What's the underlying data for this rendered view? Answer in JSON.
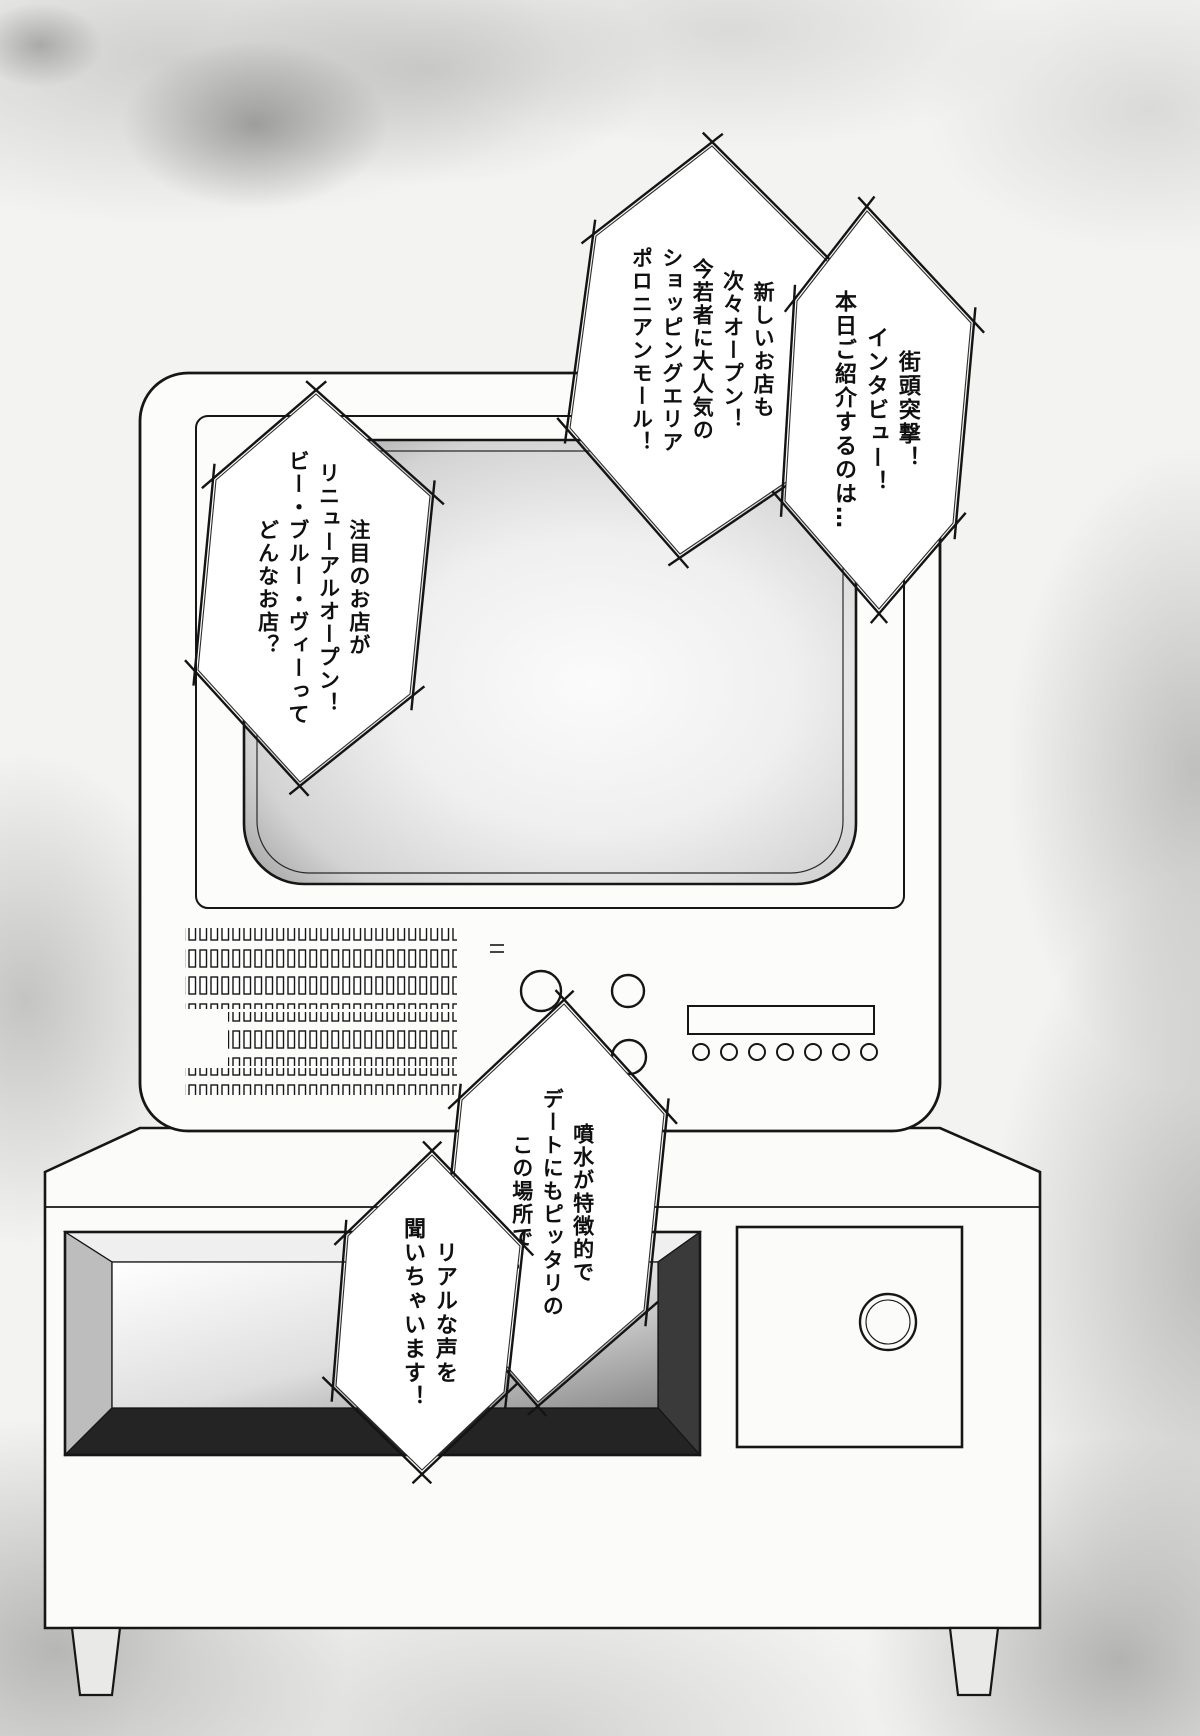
{
  "page_kind": "manga panel: captions over a CRT television on a wooden stand",
  "bubbles": [
    {
      "id": "intro",
      "lines": [
        "街頭突撃！",
        "インタビュー！",
        "本日ご紹介するのは…"
      ]
    },
    {
      "id": "mall",
      "lines": [
        "新しいお店も",
        "次々オープン！",
        "今若者に大人気の",
        "ショッピングエリア",
        "ポロニアンモール！"
      ]
    },
    {
      "id": "shop",
      "lines": [
        "注目のお店が",
        "リニューアルオープン！",
        "ビー・ブルー・ヴィーって",
        "どんなお店？"
      ]
    },
    {
      "id": "fountain",
      "lines": [
        "噴水が特徴的で",
        "デートにもピッタリの",
        "この場所で…"
      ]
    },
    {
      "id": "voices",
      "lines": [
        "リアルな声を",
        "聞いちゃいます！"
      ]
    }
  ]
}
